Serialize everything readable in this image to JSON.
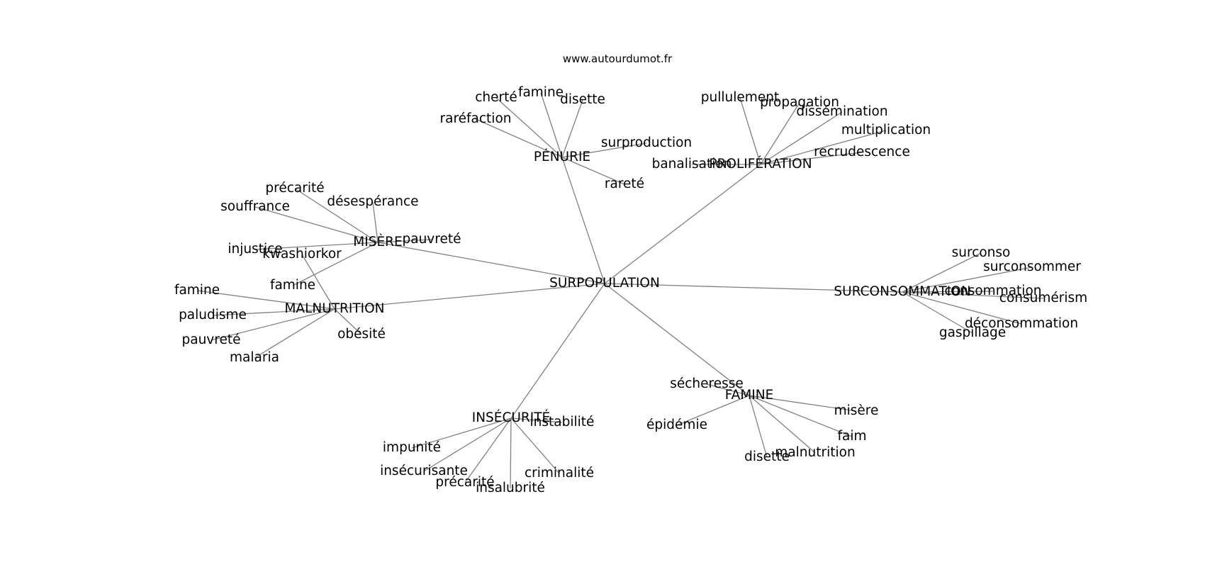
{
  "header": {
    "site": "www.autourdumot.fr"
  },
  "graph": {
    "center": "SURPOPULATION",
    "groups": [
      {
        "id": "penurie",
        "label": "PÉNURIE",
        "words": [
          "raréfaction",
          "cherté",
          "famine",
          "disette",
          "surproduction",
          "rareté"
        ]
      },
      {
        "id": "proliferation",
        "label": "PROLIFÉRATION",
        "words": [
          "pullulement",
          "propagation",
          "dissémination",
          "multiplication",
          "recrudescence",
          "banalisation"
        ]
      },
      {
        "id": "misere",
        "label": "MISÈRE",
        "words": [
          "précarité",
          "désespérance",
          "souffrance",
          "pauvreté",
          "injustice",
          "famine"
        ]
      },
      {
        "id": "malnutrition",
        "label": "MALNUTRITION",
        "words": [
          "kwashiorkor",
          "famine",
          "paludisme",
          "pauvreté",
          "malaria",
          "obésité"
        ]
      },
      {
        "id": "surconsommation",
        "label": "SURCONSOMMATION",
        "words": [
          "surconso",
          "surconsommer",
          "consommation",
          "consumérism",
          "déconsommation",
          "gaspillage"
        ]
      },
      {
        "id": "famine",
        "label": "FAMINE",
        "words": [
          "sécheresse",
          "épidémie",
          "misère",
          "faim",
          "malnutrition",
          "disette"
        ]
      },
      {
        "id": "insecurite",
        "label": "INSÉCURITÉ",
        "words": [
          "instabilité",
          "impunité",
          "insécurisante",
          "précarité",
          "insalubrité",
          "criminalité"
        ]
      }
    ]
  }
}
